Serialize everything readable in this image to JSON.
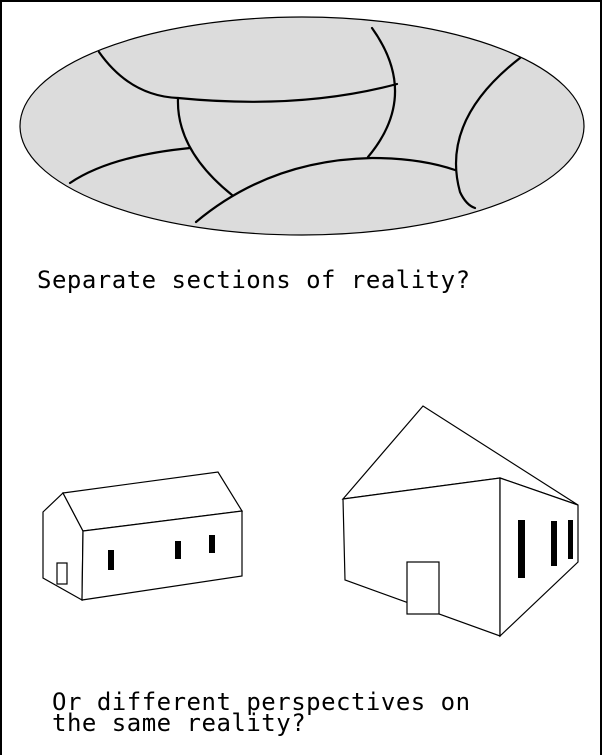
{
  "figure": {
    "colors": {
      "ellipse_fill": "#dcdcdc",
      "stroke": "#000000",
      "background": "#ffffff"
    },
    "caption_top": "Separate sections of reality?",
    "caption_bottom_line1": "Or different perspectives on",
    "caption_bottom_line2": "the same reality?"
  }
}
